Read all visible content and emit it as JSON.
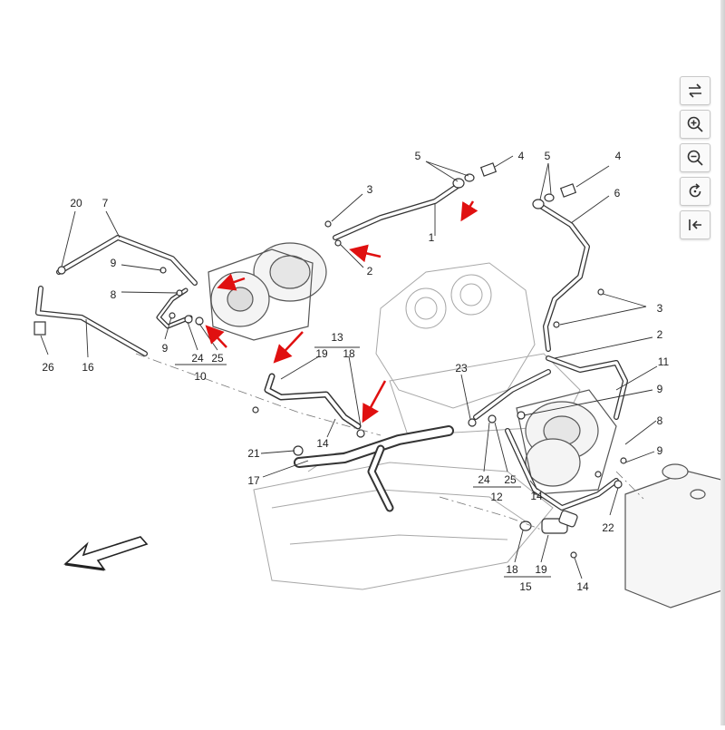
{
  "toolbar": {
    "buttons": [
      {
        "name": "swap-icon"
      },
      {
        "name": "zoom-in-icon"
      },
      {
        "name": "zoom-out-icon"
      },
      {
        "name": "rotate-icon"
      },
      {
        "name": "collapse-panel-icon"
      }
    ]
  },
  "callouts": {
    "c1": "1",
    "c2a": "2",
    "c2b": "2",
    "c3a": "3",
    "c3b": "3",
    "c4a": "4",
    "c4b": "4",
    "c5a": "5",
    "c5b": "5",
    "c6": "6",
    "c7": "7",
    "c8a": "8",
    "c8b": "8",
    "c9a": "9",
    "c9b": "9",
    "c9c": "9",
    "c9d": "9",
    "c10": "10",
    "c11": "11",
    "c12": "12",
    "c13": "13",
    "c14a": "14",
    "c14b": "14",
    "c14c": "14",
    "c15": "15",
    "c16": "16",
    "c17": "17",
    "c18a": "18",
    "c18b": "18",
    "c19a": "19",
    "c19b": "19",
    "c20": "20",
    "c21": "21",
    "c22": "22",
    "c23": "23",
    "c24a": "24",
    "c24b": "24",
    "c25a": "25",
    "c25b": "25",
    "c26": "26"
  },
  "colors": {
    "line": "#333333",
    "faint": "#9a9a9a",
    "highlight_arrow": "#e01010",
    "background": "#ffffff"
  }
}
